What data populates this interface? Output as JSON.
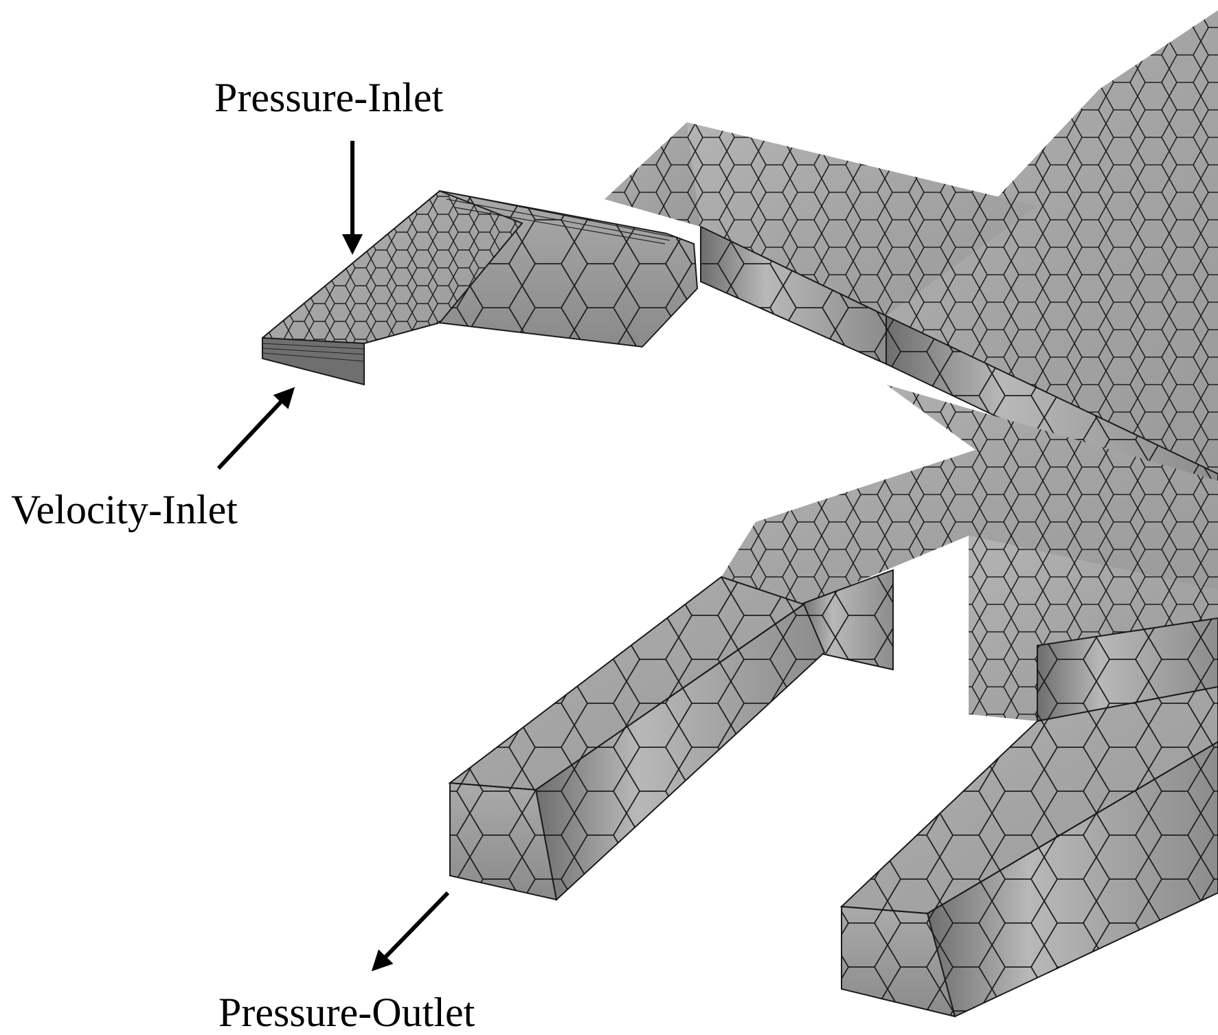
{
  "labels": {
    "pressure_inlet": "Pressure-Inlet",
    "velocity_inlet": "Velocity-Inlet",
    "pressure_outlet": "Pressure-Outlet"
  },
  "colors": {
    "mesh_top": "#a9a9a9",
    "mesh_side": "#8f8f8f",
    "mesh_front": "#9c9c9c",
    "mesh_line": "#1a1a1a",
    "arrow": "#000000"
  }
}
